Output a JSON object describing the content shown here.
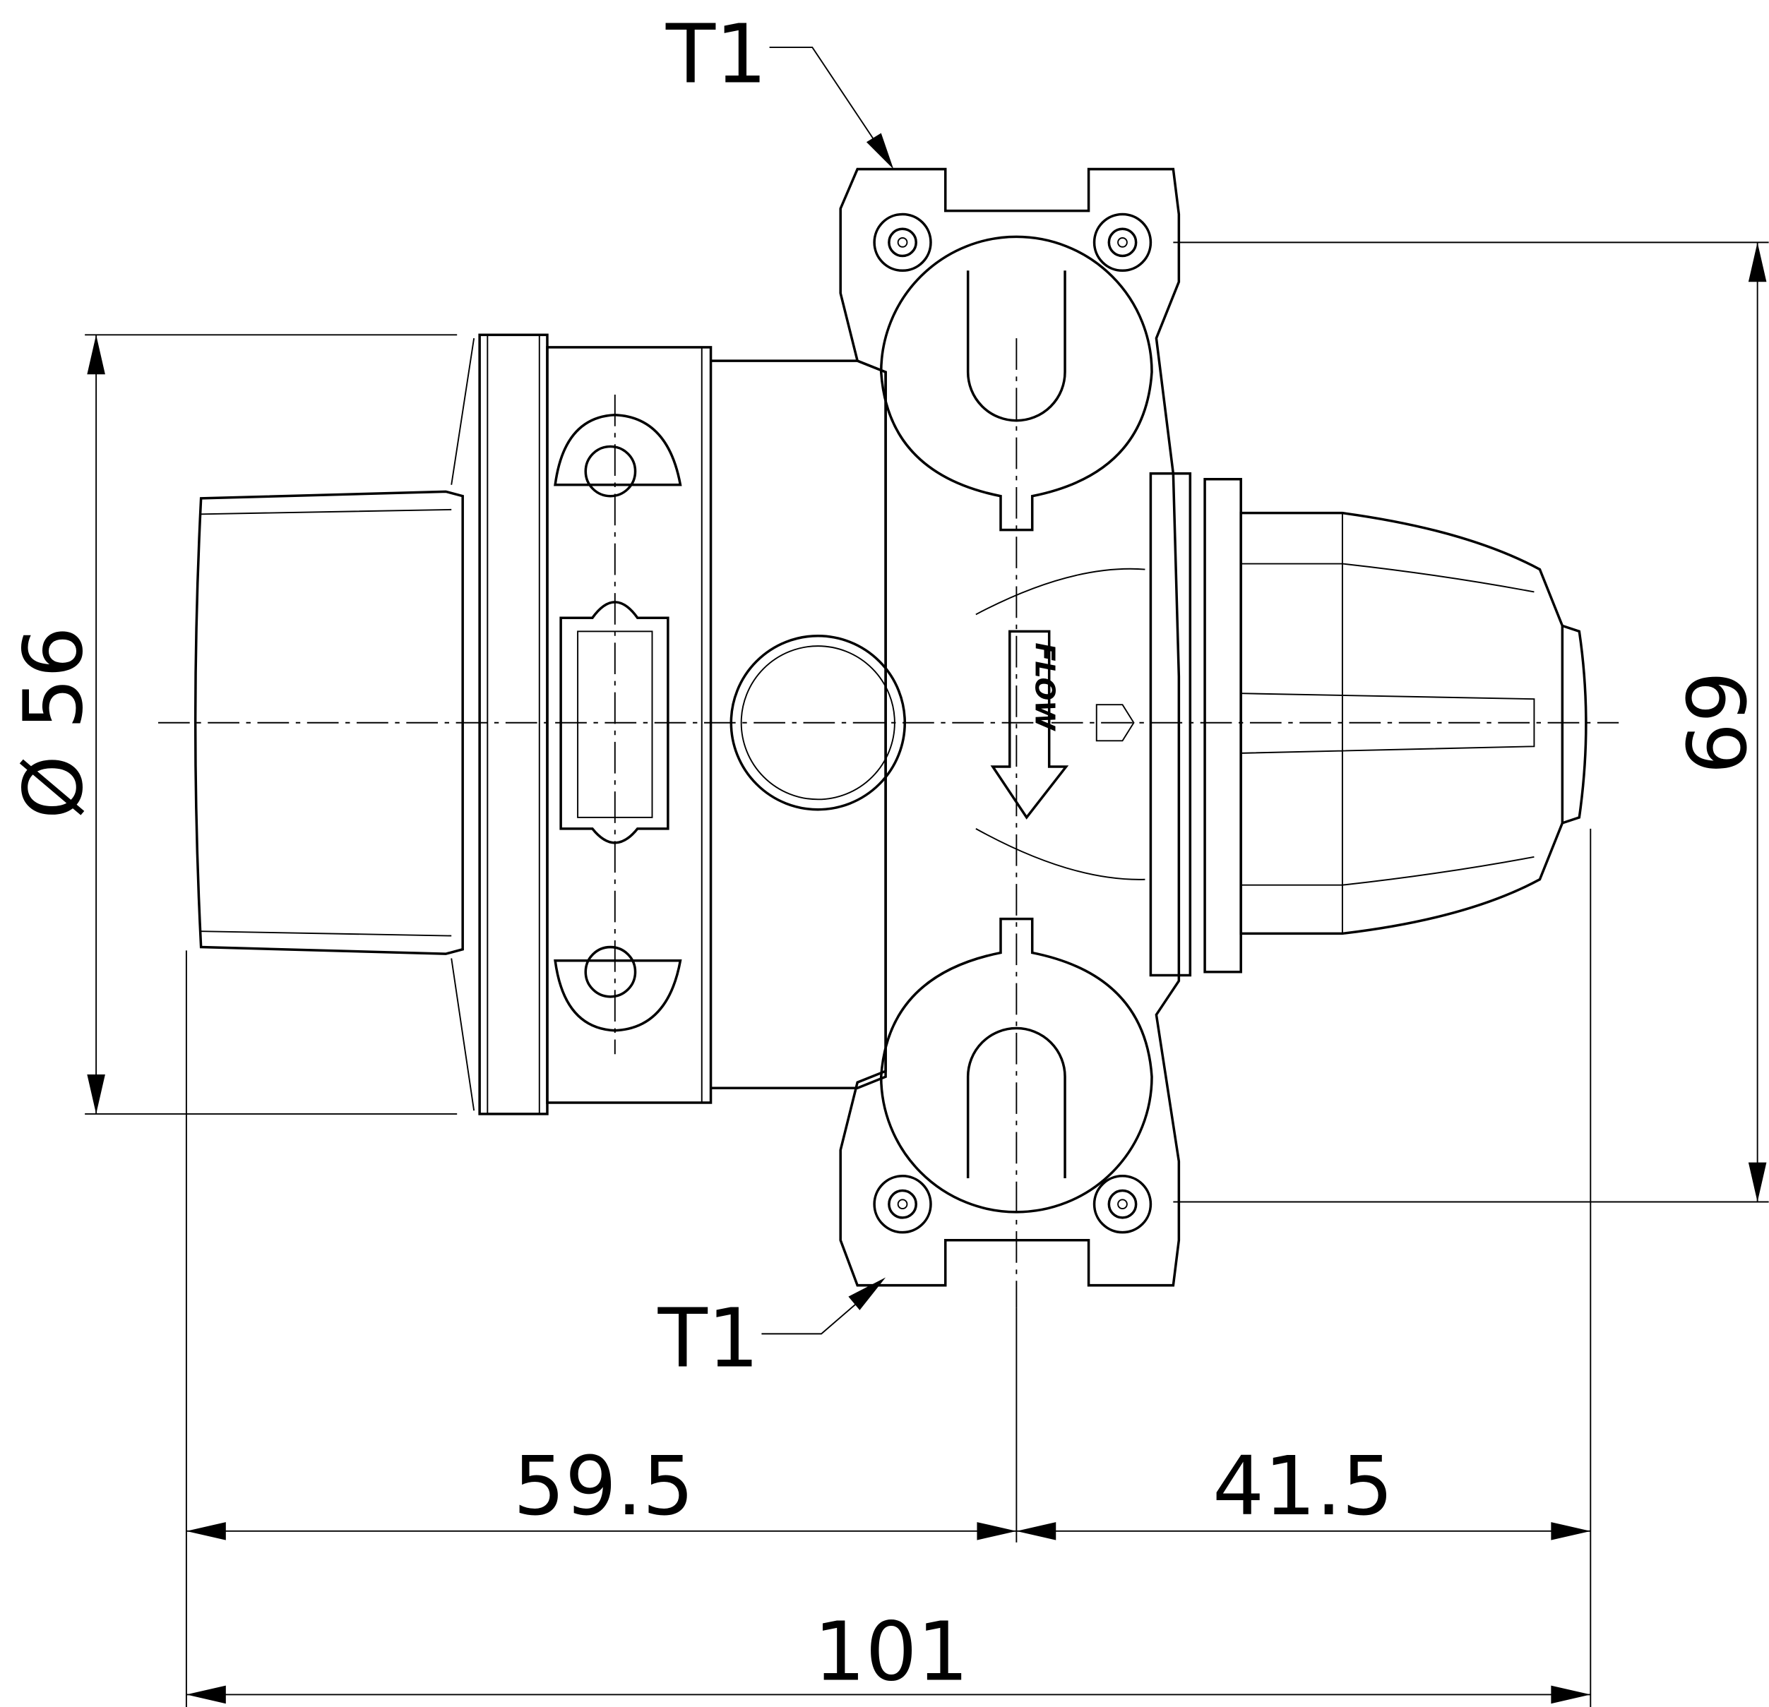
{
  "labels": {
    "callout_top": "T1",
    "callout_bottom": "T1",
    "flow": "FLOW"
  },
  "dimensions": {
    "diameter": "Ø 56",
    "height": "69",
    "left_length": "59.5",
    "right_length": "41.5",
    "overall_length": "101"
  }
}
